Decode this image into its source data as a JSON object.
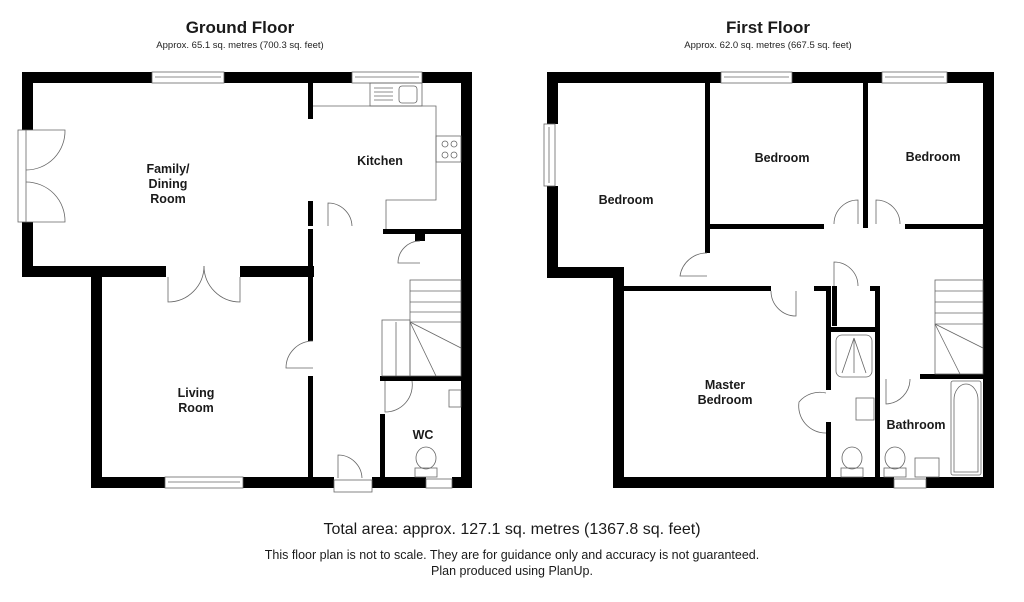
{
  "ground_floor": {
    "title": "Ground Floor",
    "area": "Approx.  65.1 sq. metres (700.3 sq. feet)",
    "rooms": {
      "family_dining": "Family/\nDining\nRoom",
      "kitchen": "Kitchen",
      "living_room": "Living\nRoom",
      "wc": "WC"
    }
  },
  "first_floor": {
    "title": "First Floor",
    "area": "Approx.  62.0 sq. metres (667.5 sq. feet)",
    "rooms": {
      "bedroom_left": "Bedroom",
      "bedroom_middle": "Bedroom",
      "bedroom_right": "Bedroom",
      "master_bedroom": "Master\nBedroom",
      "bathroom": "Bathroom"
    }
  },
  "footer": {
    "total_area": "Total area: approx. 127.1 sq. metres (1367.8 sq. feet)",
    "disclaimer": "This floor plan is not to scale. They are for guidance only and accuracy is not guaranteed.",
    "credit": "Plan produced using PlanUp."
  },
  "colors": {
    "wall": "#000000",
    "fixture_line": "#666666",
    "background": "#ffffff"
  }
}
